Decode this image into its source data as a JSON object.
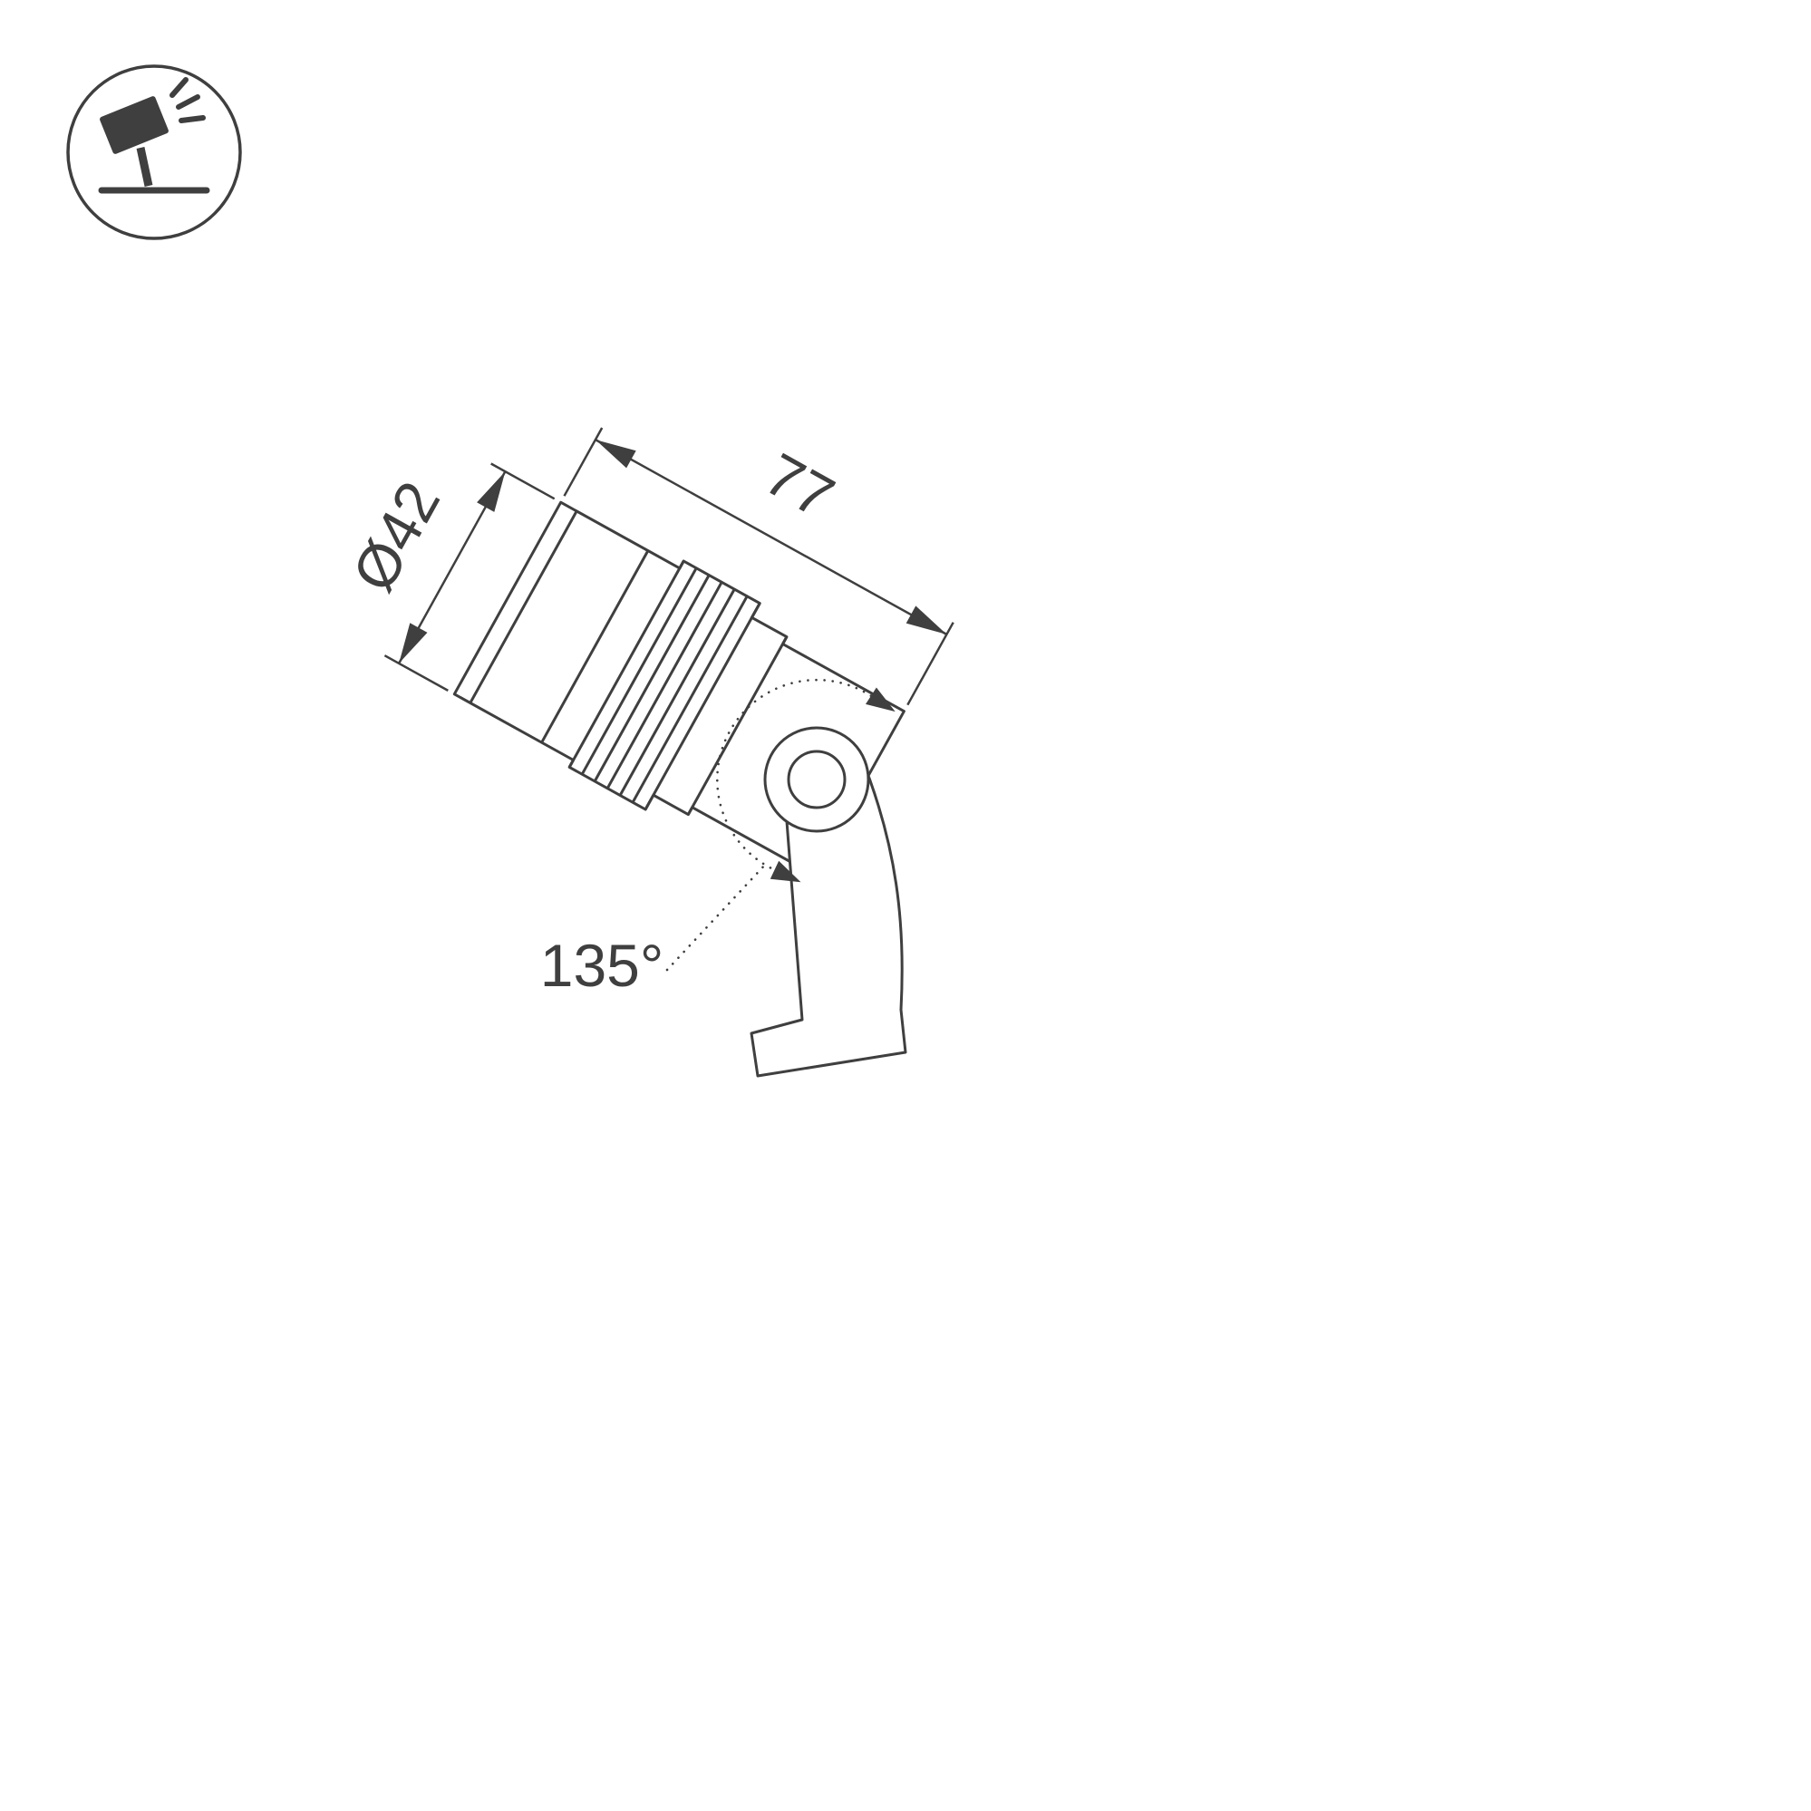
{
  "colors": {
    "line": "#3f3f3f",
    "background": "#ffffff"
  },
  "icon": {
    "name": "adjustable-spotlight-on-stand"
  },
  "dimensions": {
    "diameter": "Ø42",
    "length": "77",
    "angle": "135°"
  }
}
